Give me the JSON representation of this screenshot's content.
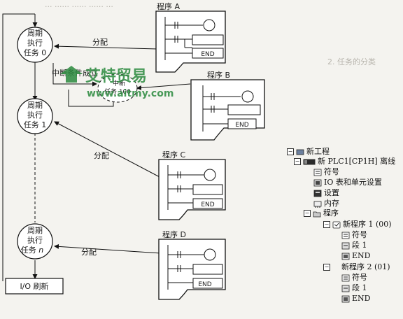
{
  "header": {
    "top_text": "...  ...... ......  ...... ..."
  },
  "tasks": {
    "task0": "周期\n执行\n任务 0",
    "task1": "周期\n执行\n任务 1",
    "taskn": "周期\n执行\n任务 n",
    "interrupt": "中断\n任务 100",
    "interrupt_condition": "中断条件成立",
    "io_refresh": "I/O 刷新"
  },
  "labels": {
    "assign": "分配"
  },
  "programs": [
    {
      "title": "程序 A",
      "end": "END"
    },
    {
      "title": "程序 B",
      "end": "END"
    },
    {
      "title": "程序 C",
      "end": "END"
    },
    {
      "title": "程序 D",
      "end": "END"
    }
  ],
  "watermark": {
    "cn": "艾特贸易",
    "url": "www.aitmy.com"
  },
  "background": {
    "section_heading": "2. 任务的分类"
  },
  "tree": {
    "root": "新工程",
    "plc": "新 PLC1[CP1H] 离线",
    "symbols": "符号",
    "io_table": "IO 表和单元设置",
    "settings": "设置",
    "memory": "内存",
    "programs": "程序",
    "prog1": "新程序 1 (00)",
    "prog1_symbols": "符号",
    "prog1_section": "段 1",
    "prog1_end": "END",
    "prog2": "新程序 2 (01)",
    "prog2_symbols": "符号",
    "prog2_section": "段 1",
    "prog2_end": "END"
  },
  "colors": {
    "watermark": "#2b8a3e",
    "line": "#111111",
    "bg": "#f4f3ef"
  }
}
